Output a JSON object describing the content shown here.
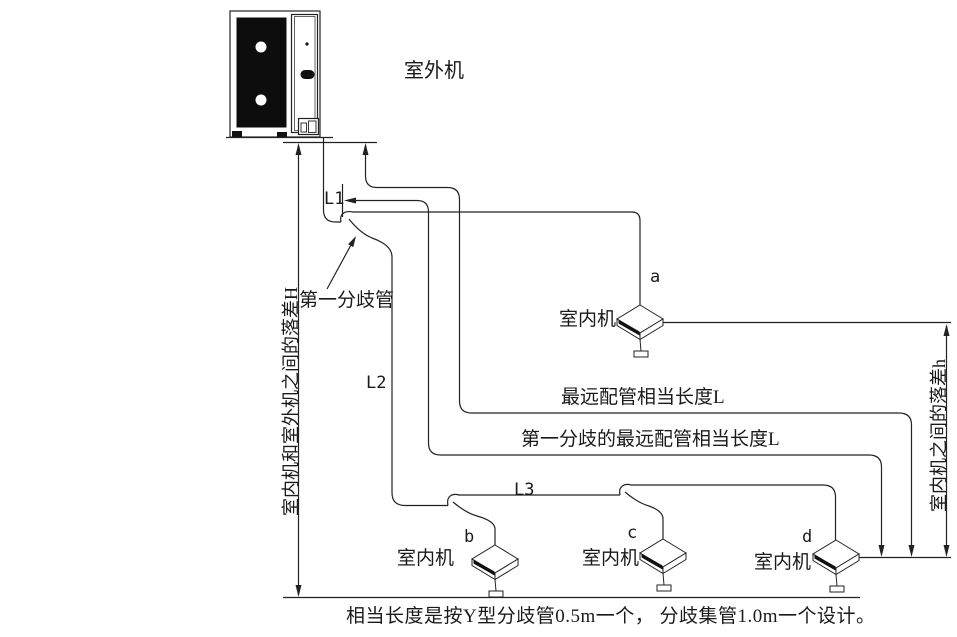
{
  "labels": {
    "outdoor_unit": "室外机",
    "first_branch": "第一分歧管",
    "l1": "L1",
    "l2": "L2",
    "l3": "L3",
    "unit_a": "a",
    "unit_b": "b",
    "unit_c": "c",
    "unit_d": "d",
    "indoor_unit_a": "室内机",
    "indoor_unit_b": "室内机",
    "indoor_unit_c": "室内机",
    "indoor_unit_d": "室内机",
    "longest_pipe": "最远配管相当长度L",
    "first_branch_longest_pipe": "第一分歧的最远配管相当长度L",
    "height_diff_outdoor_indoor": "室内机和室外机之间的落差H",
    "height_diff_indoor_units": "室内机之间的落差h",
    "footnote": "相当长度是按Y型分歧管0.5m一个， 分歧集管1.0m一个设计。"
  },
  "colors": {
    "line": "#222222",
    "background": "#ffffff",
    "fill_dark": "#111111"
  }
}
